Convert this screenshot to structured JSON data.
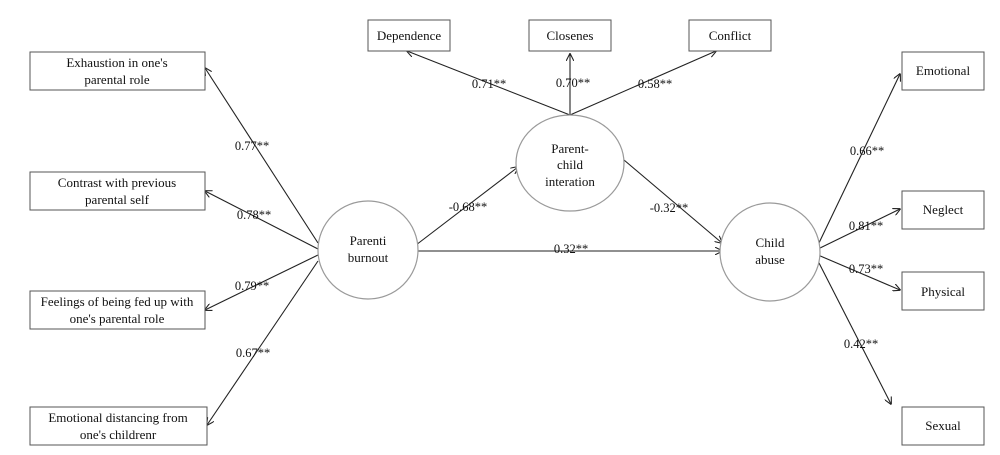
{
  "latent": {
    "burnout": [
      "Parenti",
      "burnout"
    ],
    "interaction": [
      "Parent-",
      "child",
      "interation"
    ],
    "abuse": [
      "Child",
      "abuse"
    ]
  },
  "burnout_indicators": [
    {
      "label": [
        "Exhaustion in one's",
        "parental role"
      ],
      "coef": "0.77**"
    },
    {
      "label": [
        "Contrast with previous",
        "parental self"
      ],
      "coef": "0.78**"
    },
    {
      "label": [
        "Feelings of being fed up with",
        "one's parental role"
      ],
      "coef": "0.79**"
    },
    {
      "label": [
        "Emotional distancing from",
        "one's childrenr"
      ],
      "coef": "0.67**"
    }
  ],
  "interaction_indicators": [
    {
      "label": [
        "Dependence"
      ],
      "coef": "0.71**"
    },
    {
      "label": [
        "Closenes"
      ],
      "coef": "0.70**"
    },
    {
      "label": [
        "Conflict"
      ],
      "coef": "0.58**"
    }
  ],
  "abuse_indicators": [
    {
      "label": [
        "Emotional"
      ],
      "coef": "0.66**"
    },
    {
      "label": [
        "Neglect"
      ],
      "coef": "0.81**"
    },
    {
      "label": [
        "Physical"
      ],
      "coef": "0.73**"
    },
    {
      "label": [
        "Sexual"
      ],
      "coef": "0.42**"
    }
  ],
  "paths": {
    "burnout_to_interaction": "-0.68**",
    "interaction_to_abuse": "-0.32**",
    "burnout_to_abuse": "0.32**"
  }
}
